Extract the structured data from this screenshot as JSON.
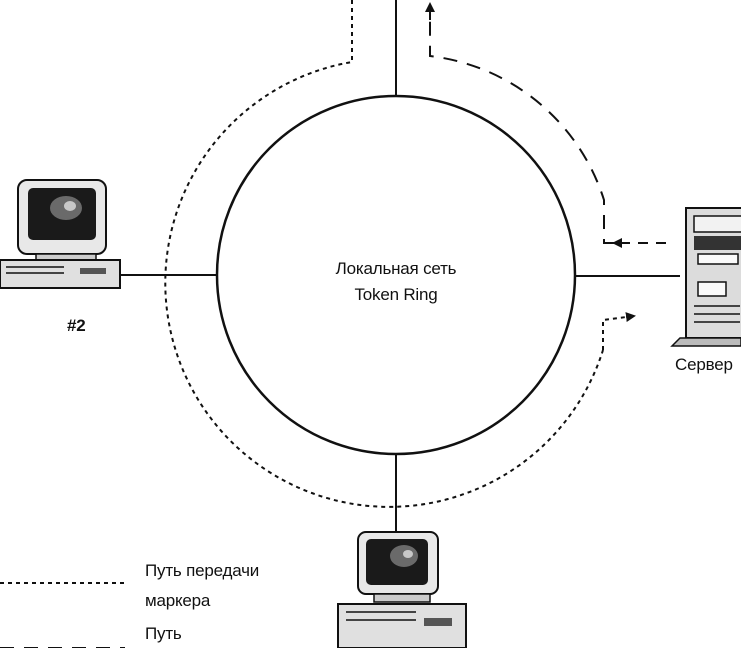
{
  "network": {
    "title_line1": "Локальная сеть",
    "title_line2": "Token Ring"
  },
  "nodes": {
    "workstation_label": "#2",
    "server_label": "Сервер"
  },
  "legend": {
    "token_path_line1": "Путь передачи",
    "token_path_line2": "маркера",
    "data_path_label": "Путь"
  }
}
